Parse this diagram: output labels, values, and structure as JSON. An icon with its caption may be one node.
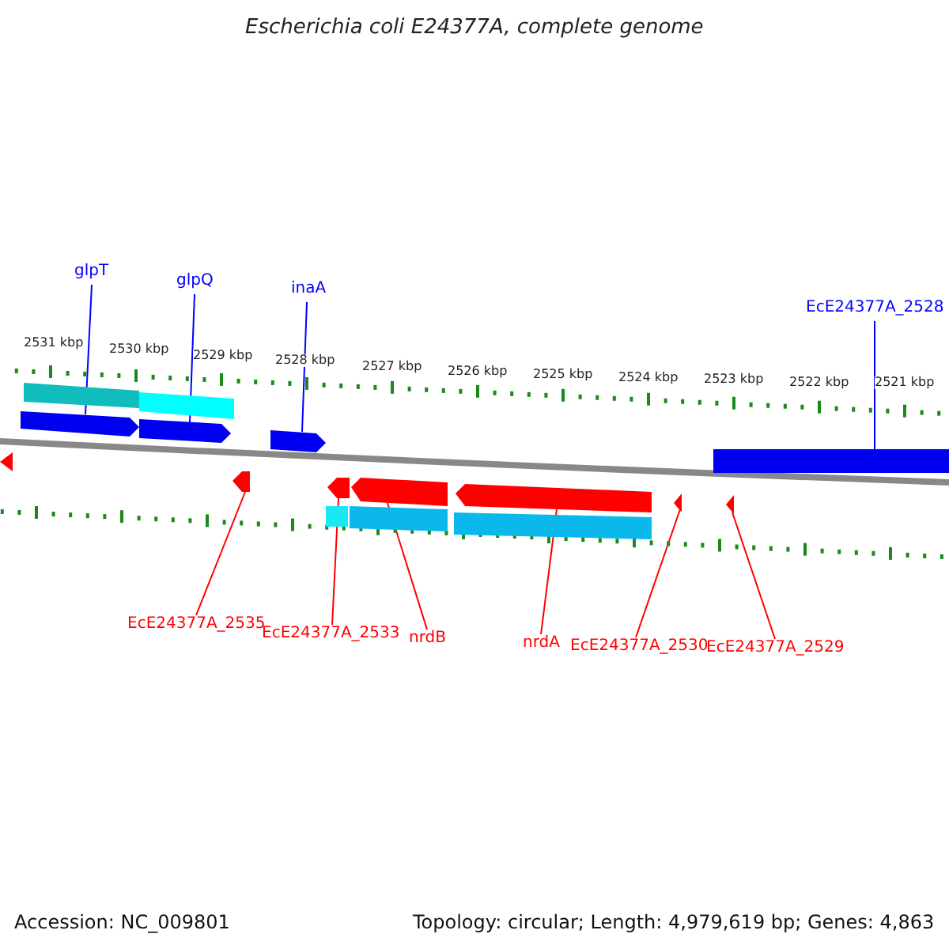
{
  "diagram": {
    "title": "Escherichia coli E24377A, complete genome",
    "nodes": [
      {
        "text": [
          "glpT"
        ]
      },
      {
        "text": [
          "glpQ"
        ]
      },
      {
        "text": [
          "inaA"
        ]
      },
      {
        "text": [
          "EcE24377A_2528"
        ]
      },
      {
        "text": [
          "EcE24377A_2535"
        ]
      },
      {
        "text": [
          "EcE24377A_2533"
        ]
      },
      {
        "text": [
          "nrdB"
        ]
      },
      {
        "text": [
          "nrdA"
        ]
      },
      {
        "text": [
          "EcE24377A_2530"
        ]
      },
      {
        "text": [
          "EcE24377A_2529"
        ]
      },
      {
        "text": [],
        "shape": "pentagon"
      },
      {
        "text": [],
        "shape": "pentagon"
      },
      {
        "text": [],
        "shape": "pentagon"
      },
      {
        "text": [],
        "shape": "bar"
      },
      {
        "text": [],
        "shape": "pentagon"
      },
      {
        "text": [],
        "shape": "pentagon"
      },
      {
        "text": [],
        "shape": "pentagon"
      },
      {
        "text": [],
        "shape": "pentagon"
      },
      {
        "text": [],
        "shape": "triangle"
      },
      {
        "text": [],
        "shape": "triangle"
      }
    ],
    "edges": [
      {
        "from": 0,
        "to": 10,
        "arrow": "none",
        "color": "#0000ff"
      },
      {
        "from": 1,
        "to": 11,
        "arrow": "none",
        "color": "#0000ff"
      },
      {
        "from": 2,
        "to": 12,
        "arrow": "none",
        "color": "#0000ff"
      },
      {
        "from": 3,
        "to": 13,
        "arrow": "none",
        "color": "#0000ff"
      },
      {
        "from": 4,
        "to": 14,
        "arrow": "none"
      },
      {
        "from": 5,
        "to": 15,
        "arrow": "none"
      },
      {
        "from": 6,
        "to": 16,
        "arrow": "none"
      },
      {
        "from": 7,
        "to": 17,
        "arrow": "none"
      },
      {
        "from": 8,
        "to": 18,
        "arrow": "none"
      },
      {
        "from": 9,
        "to": 19,
        "arrow": "none"
      }
    ],
    "labels": [
      "2531 kbp",
      "2530 kbp",
      "2529 kbp",
      "2528 kbp",
      "2527 kbp",
      "2526 kbp",
      "2525 kbp",
      "2524 kbp",
      "2523 kbp",
      "2522 kbp",
      "2521 kbp",
      "Accession: NC_009801",
      "Topology: circular; Length: 4,979,619 bp; Genes: 4,863"
    ]
  }
}
